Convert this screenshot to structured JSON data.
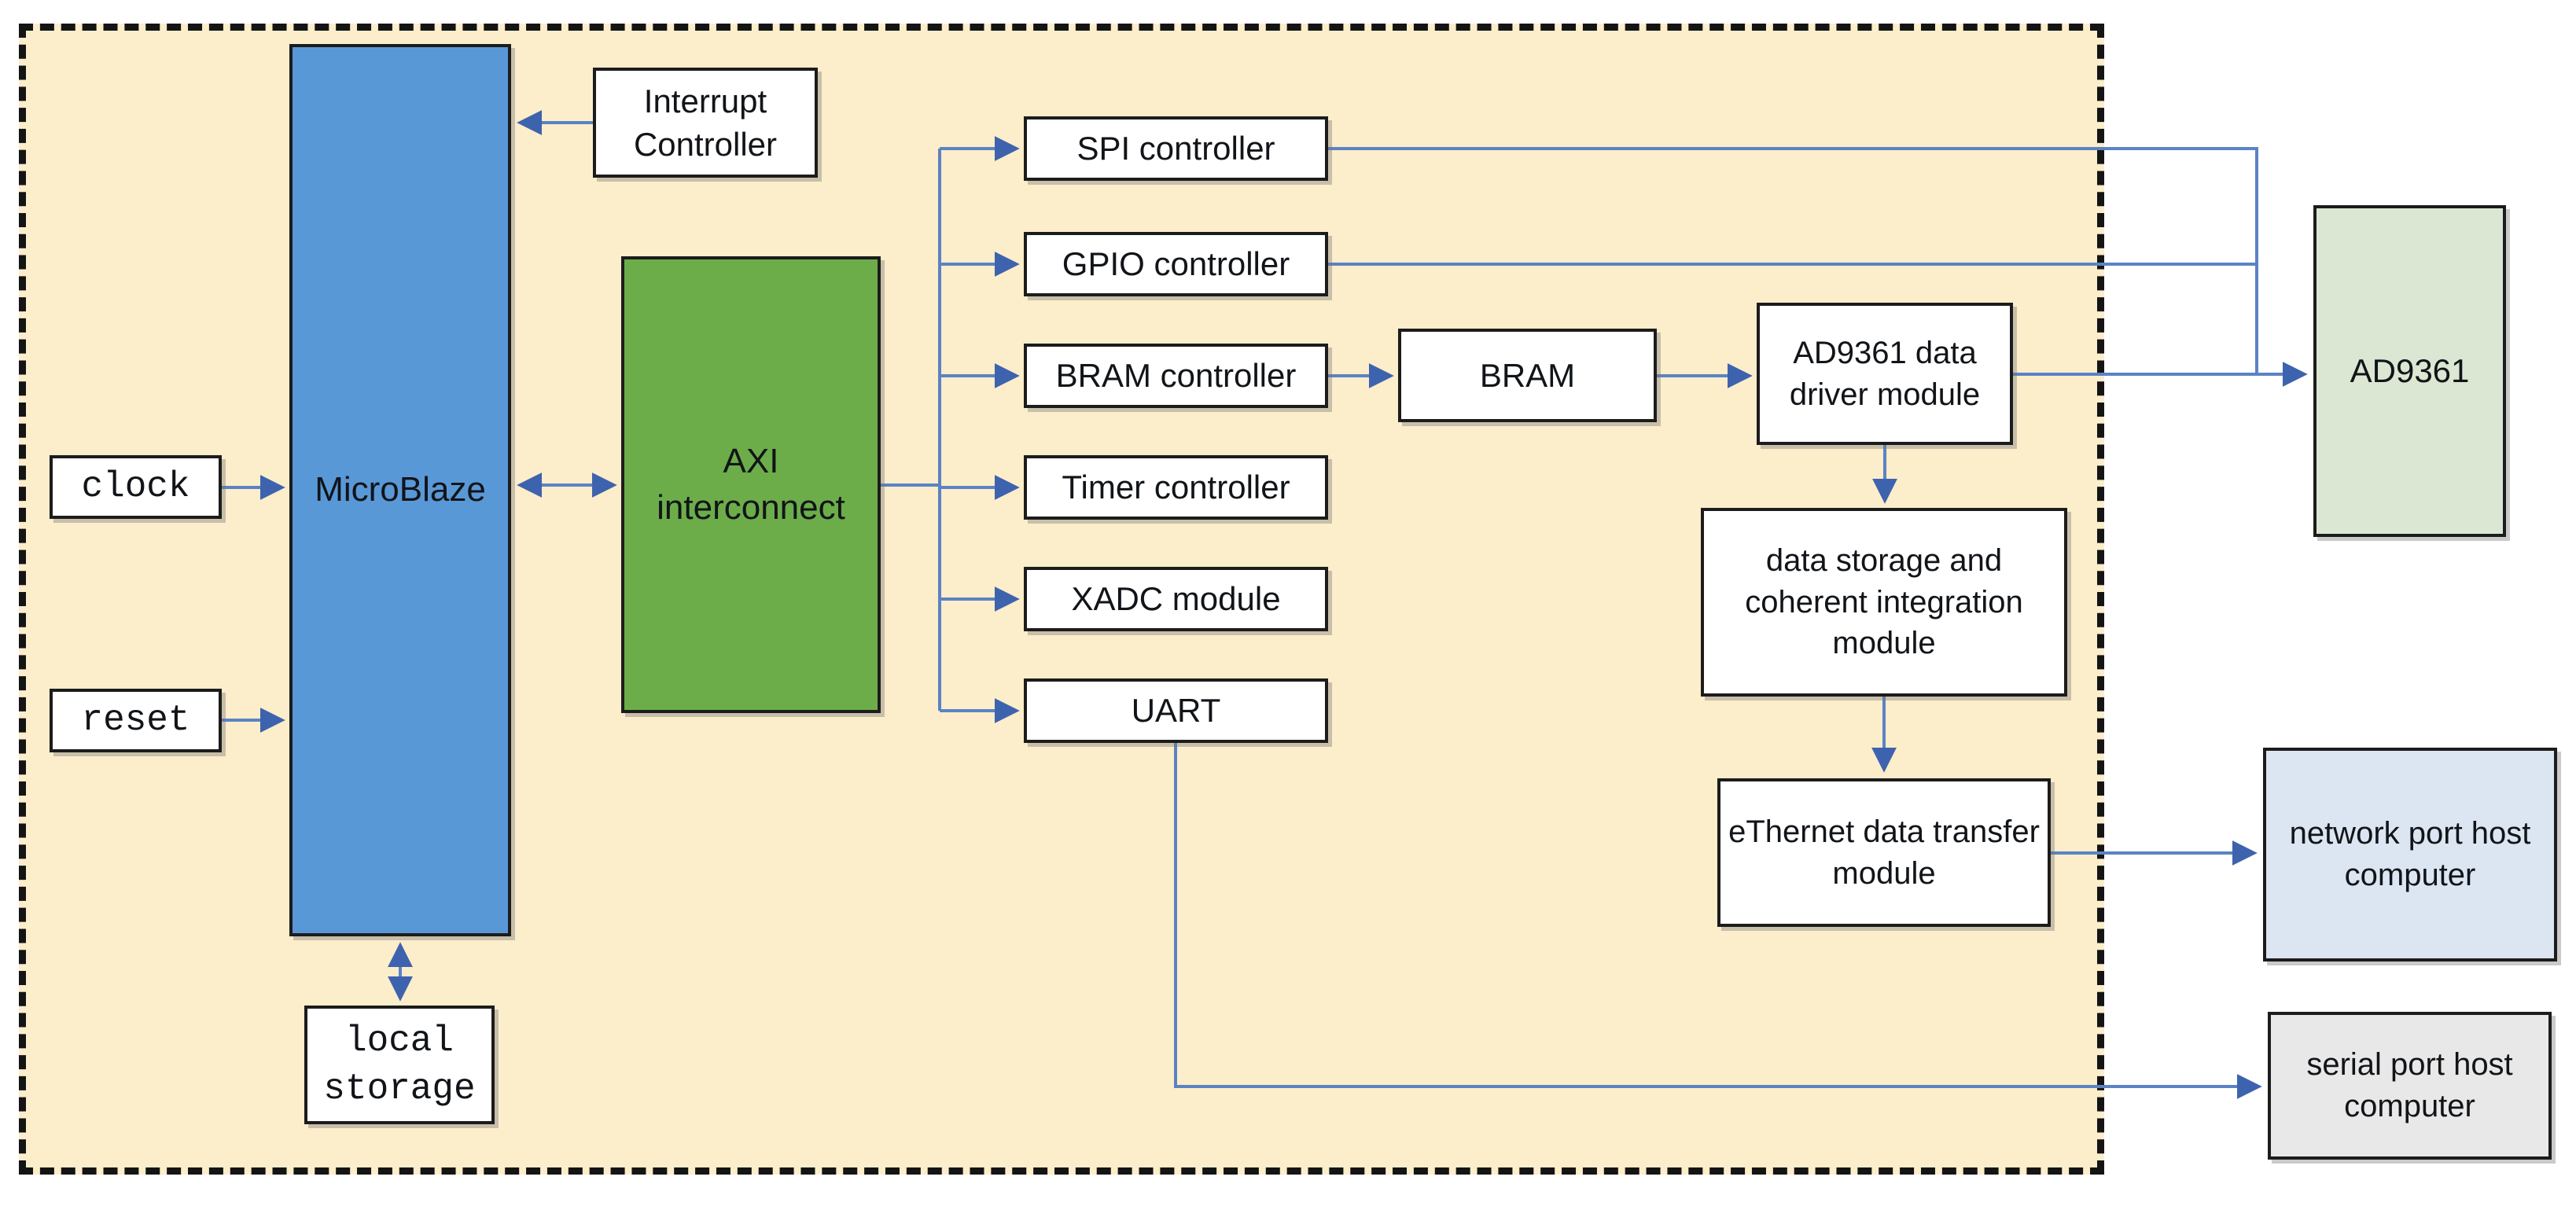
{
  "diagram": {
    "nodes": {
      "clock": {
        "label": "clock"
      },
      "reset": {
        "label": "reset"
      },
      "microblaze": {
        "label": "MicroBlaze"
      },
      "interrupt_controller": {
        "label": "Interrupt Controller"
      },
      "local_storage": {
        "label": "local storage"
      },
      "axi_interconnect": {
        "label": "AXI interconnect"
      },
      "spi_controller": {
        "label": "SPI controller"
      },
      "gpio_controller": {
        "label": "GPIO controller"
      },
      "bram_controller": {
        "label": "BRAM controller"
      },
      "timer_controller": {
        "label": "Timer controller"
      },
      "xadc_module": {
        "label": "XADC module"
      },
      "uart": {
        "label": "UART"
      },
      "bram": {
        "label": "BRAM"
      },
      "ad9361_data_driver": {
        "label": "AD9361 data driver module"
      },
      "data_storage_coherent_integration": {
        "label": "data storage and coherent integration module"
      },
      "ethernet_data_transfer": {
        "label": "eThernet data transfer module"
      },
      "ad9361": {
        "label": "AD9361"
      },
      "network_port_host": {
        "label": "network port host computer"
      },
      "serial_port_host": {
        "label": "serial port host computer"
      }
    },
    "colors": {
      "region_fill": "#FCEDCB",
      "microblaze_fill": "#5998D6",
      "axi_fill": "#6CAD4A",
      "ad9361_fill": "#DBE7D2",
      "network_fill": "#DCE6F2",
      "serial_fill": "#E9E8E8",
      "connector": "#5B83C4",
      "arrowhead": "#3E63AE"
    }
  }
}
